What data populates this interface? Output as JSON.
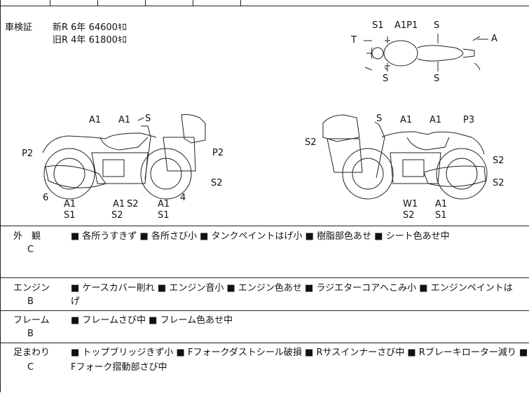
{
  "inspection": {
    "label": "車検証",
    "new_line": "新R 6年 64600ｷﾛ",
    "old_line": "旧R 4年 61800ｷﾛ"
  },
  "top_view": {
    "S1": "S1",
    "A1P1": "A1P1",
    "S_top": "S",
    "T": "T",
    "A": "A",
    "S_bl": "S",
    "S_br": "S"
  },
  "left_view": {
    "A1_a": "A1",
    "A1_b": "A1",
    "S": "S",
    "P2_l": "P2",
    "P2_r": "P2",
    "S2_r": "S2",
    "n6": "6",
    "A1_c": "A1",
    "S1_c": "S1",
    "A1_d": "A1",
    "S2_d": "S2",
    "S2_e": "S2",
    "A1_f": "A1",
    "S1_f": "S1",
    "n4": "4"
  },
  "right_view": {
    "S": "S",
    "A1_a": "A1",
    "A1_b": "A1",
    "P3": "P3",
    "S2_l": "S2",
    "S2_r1": "S2",
    "S2_r2": "S2",
    "W1": "W1",
    "S2_b": "S2",
    "A1_c": "A1",
    "S1_c": "S1"
  },
  "sections": [
    {
      "name": "外　観",
      "grade": "C",
      "text": "■ 各所うすきず ■ 各所さび小 ■ タンクペイントはげ小 ■ 樹脂部色あせ ■ シート色あせ中",
      "text2": ""
    },
    {
      "name": "エンジン",
      "grade": "B",
      "text": "■ ケースカバー削れ ■ エンジン音小 ■ エンジン色あせ ■ ラジエターコアへこみ小 ■ エンジンペイントは",
      "text2": "げ"
    },
    {
      "name": "フレーム",
      "grade": "B",
      "text": "■ フレームさび中 ■ フレーム色あせ中",
      "text2": ""
    },
    {
      "name": "足まわり",
      "grade": "C",
      "text": "■ トップブリッジきず小 ■ Fフォークダストシール破損 ■ Rサスインナーさび中 ■ Rブレーキローター減り ■",
      "text2": "Fフォーク摺動部さび中"
    }
  ]
}
